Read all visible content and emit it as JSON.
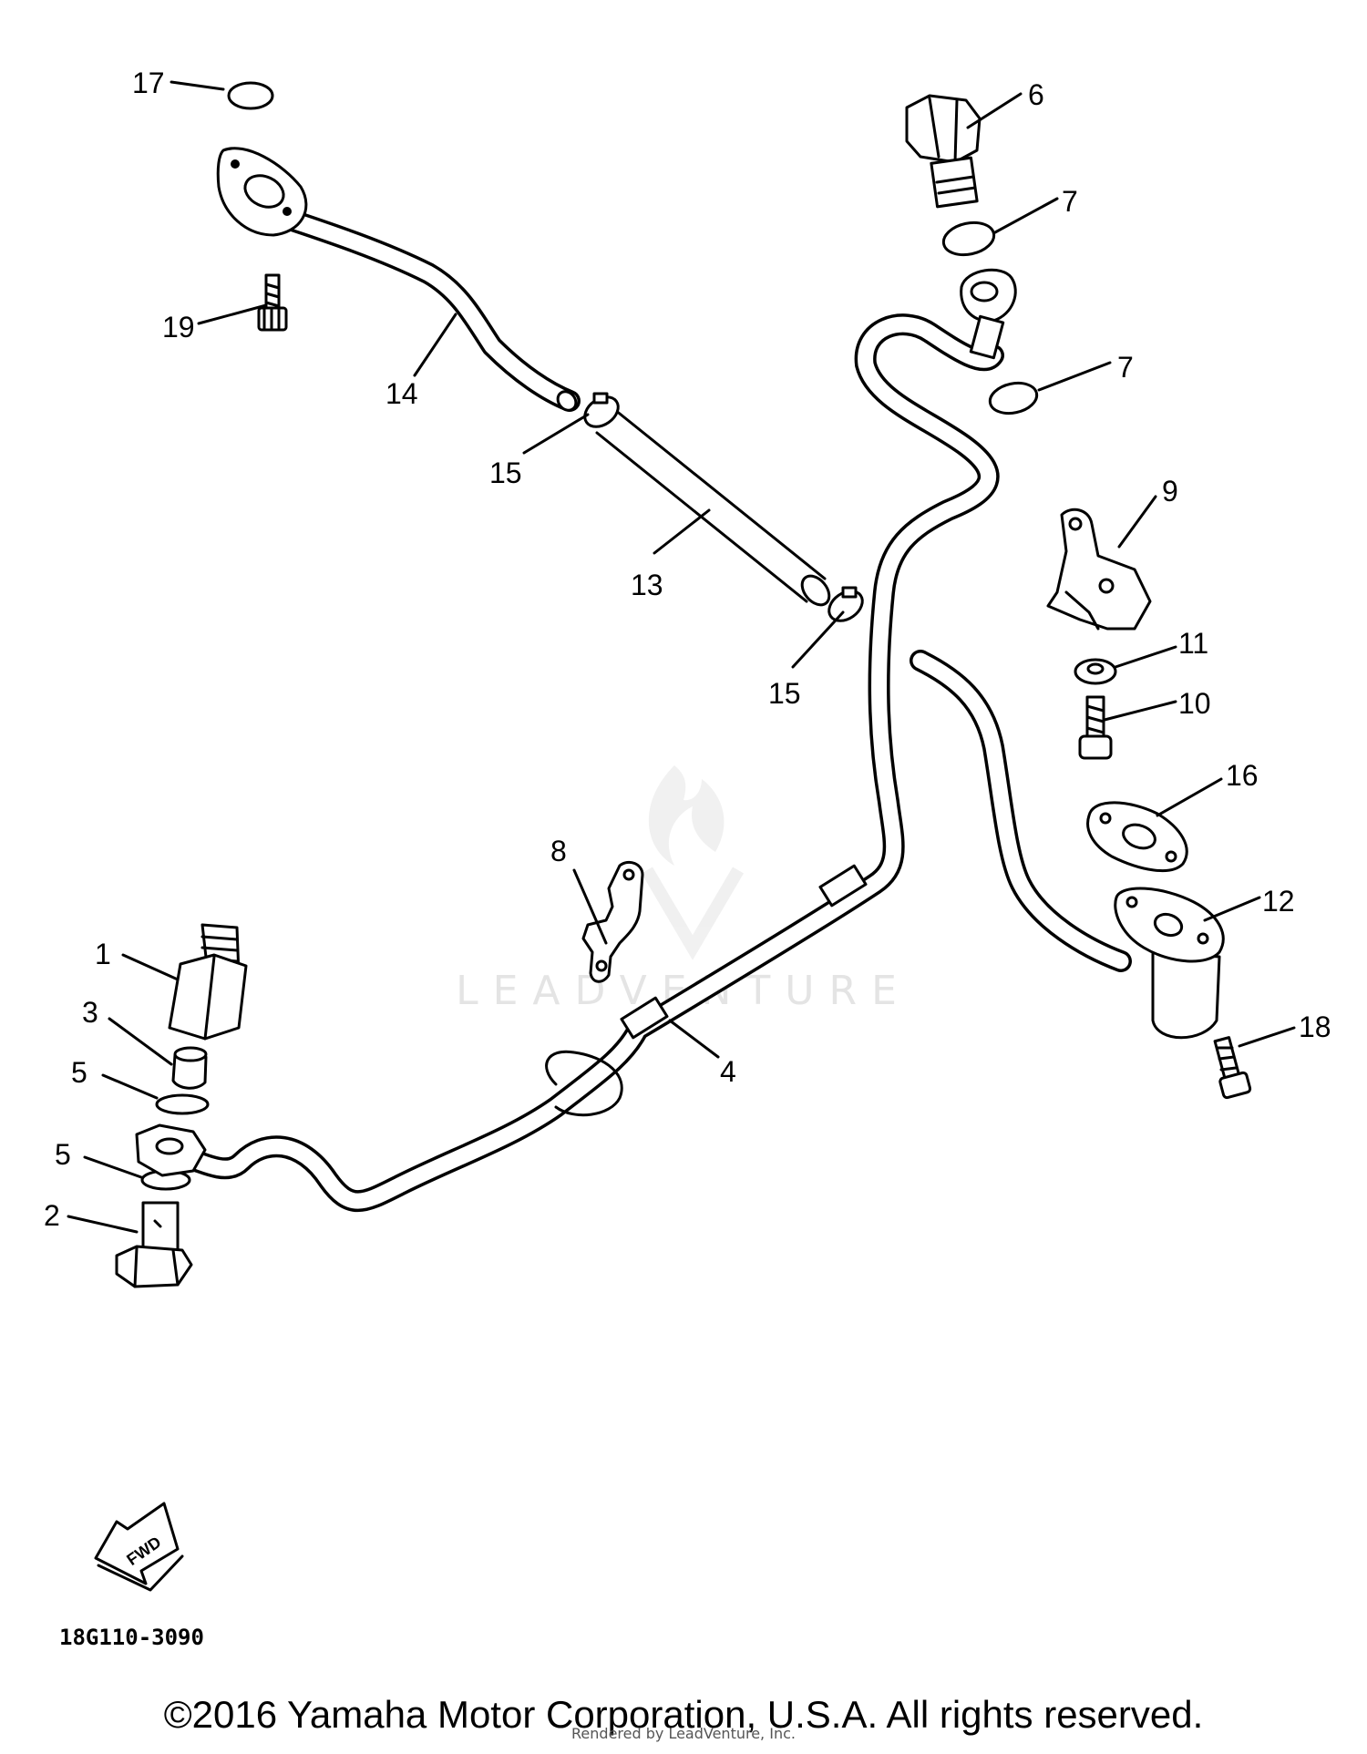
{
  "diagram": {
    "part_numbers": [
      "1",
      "2",
      "3",
      "4",
      "5",
      "5",
      "6",
      "7",
      "7",
      "8",
      "9",
      "10",
      "11",
      "12",
      "13",
      "14",
      "15",
      "15",
      "16",
      "17",
      "18",
      "19"
    ],
    "drawing_code": "18G110-3090",
    "fwd_label": "FWD"
  },
  "watermark": "LEADVENTURE",
  "footer": {
    "copyright": "©2016 Yamaha Motor Corporation, U.S.A. All rights reserved.",
    "rendered_by": "Rendered by LeadVenture, Inc."
  }
}
